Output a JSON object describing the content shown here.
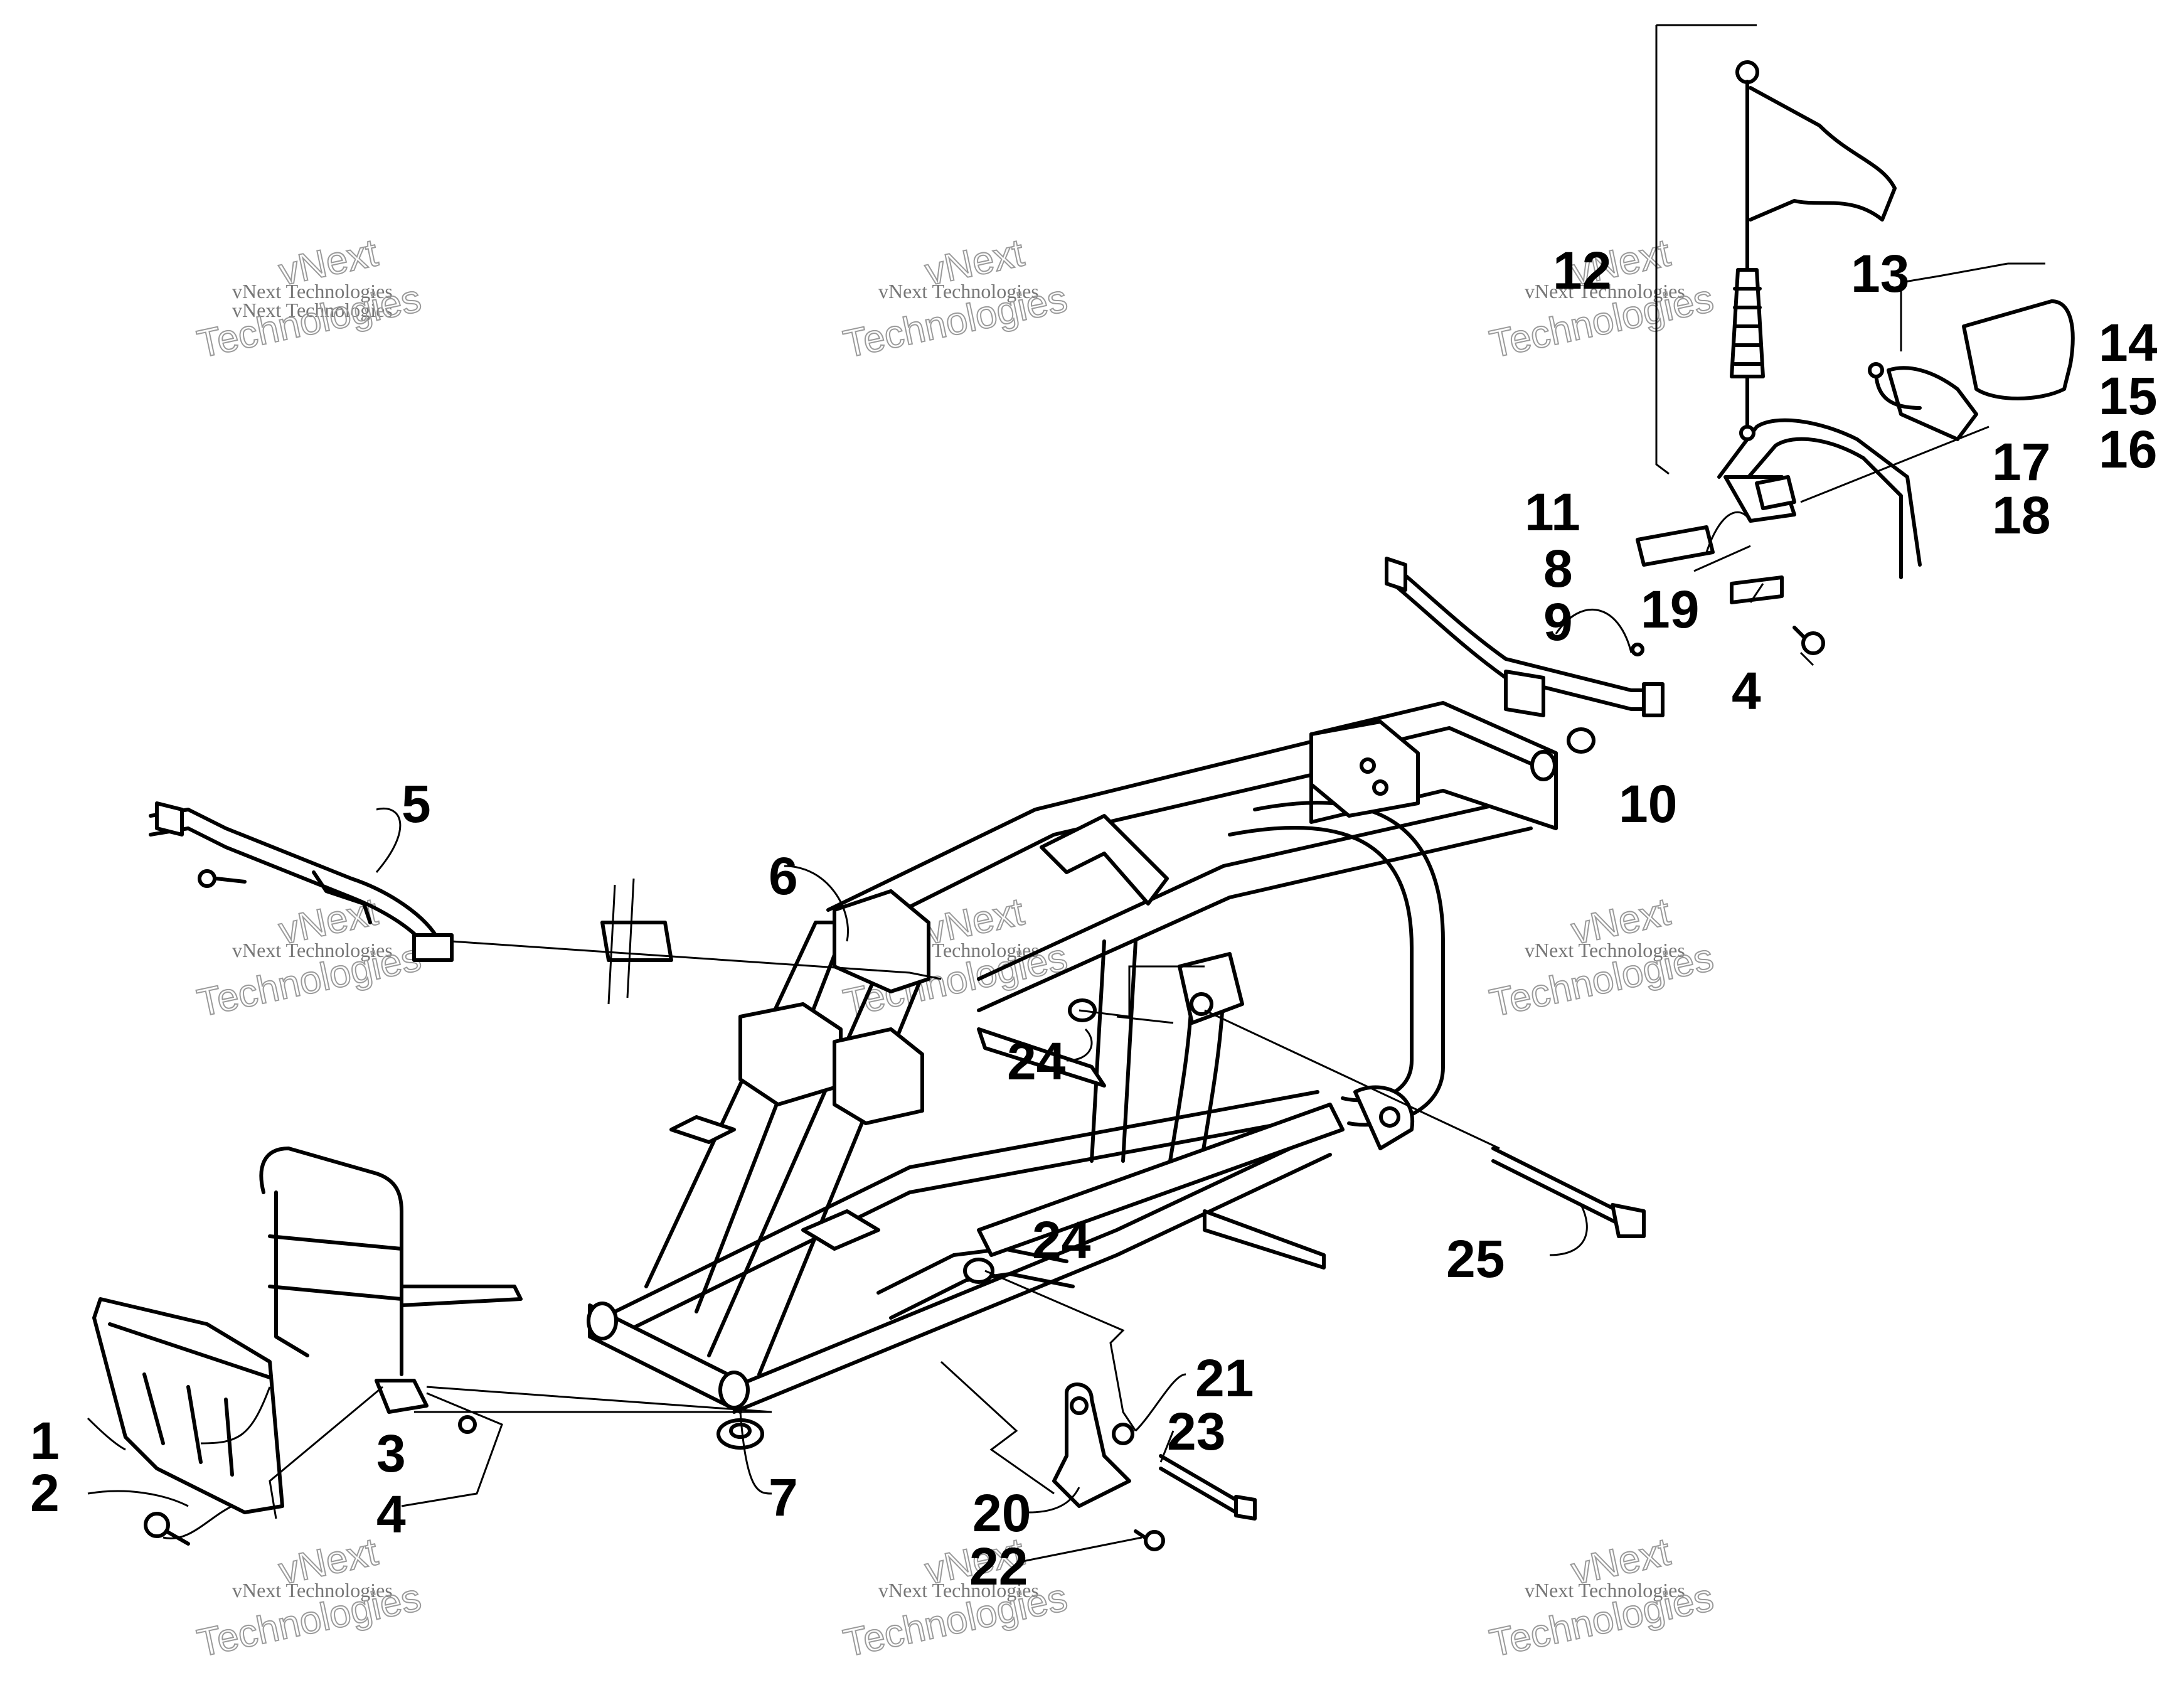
{
  "diagram": {
    "callouts": [
      {
        "id": "c1",
        "text": "1"
      },
      {
        "id": "c2",
        "text": "2"
      },
      {
        "id": "c3",
        "text": "3"
      },
      {
        "id": "c4a",
        "text": "4"
      },
      {
        "id": "c4b",
        "text": "4"
      },
      {
        "id": "c5",
        "text": "5"
      },
      {
        "id": "c6",
        "text": "6"
      },
      {
        "id": "c7",
        "text": "7"
      },
      {
        "id": "c8",
        "text": "8"
      },
      {
        "id": "c9",
        "text": "9"
      },
      {
        "id": "c10",
        "text": "10"
      },
      {
        "id": "c11",
        "text": "11"
      },
      {
        "id": "c12",
        "text": "12"
      },
      {
        "id": "c13",
        "text": "13"
      },
      {
        "id": "c14",
        "text": "14"
      },
      {
        "id": "c15",
        "text": "15"
      },
      {
        "id": "c16",
        "text": "16"
      },
      {
        "id": "c17",
        "text": "17"
      },
      {
        "id": "c18",
        "text": "18"
      },
      {
        "id": "c19",
        "text": "19"
      },
      {
        "id": "c20",
        "text": "20"
      },
      {
        "id": "c21",
        "text": "21"
      },
      {
        "id": "c22",
        "text": "22"
      },
      {
        "id": "c23",
        "text": "23"
      },
      {
        "id": "c24a",
        "text": "24"
      },
      {
        "id": "c24b",
        "text": "24"
      },
      {
        "id": "c25",
        "text": "25"
      }
    ]
  },
  "watermark": {
    "line1": "vNext",
    "line2": "vNext Technologies",
    "line3": "Technologies"
  }
}
